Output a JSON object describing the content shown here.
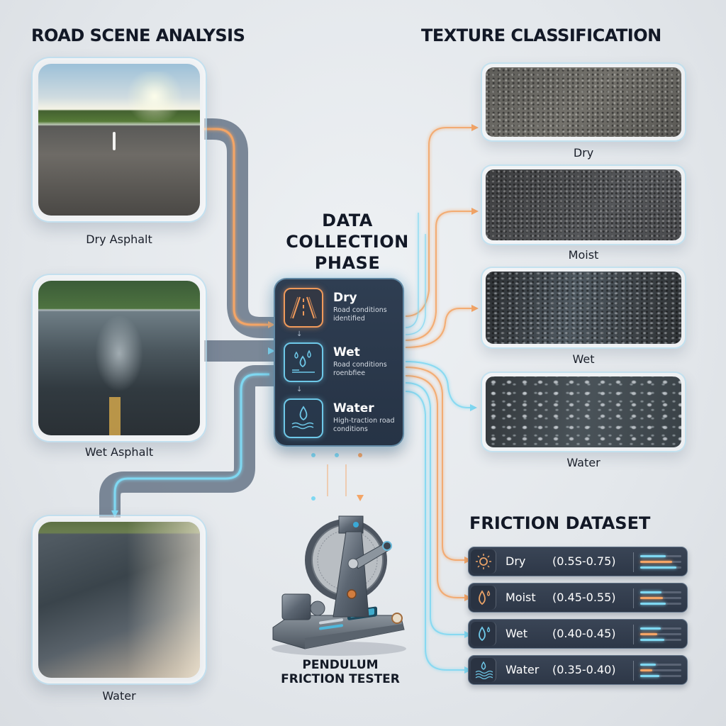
{
  "headers": {
    "road_scene": "ROAD SCENE ANALYSIS",
    "texture": "TEXTURE CLASSIFICATION",
    "phase": [
      "DATA",
      "COLLECTION",
      "PHASE"
    ],
    "dataset": "FRICTION DATASET",
    "tester": [
      "PENDULUM",
      "FRICTION TESTER"
    ]
  },
  "road_scenes": [
    {
      "label": "Dry Asphalt",
      "image": "dry-road-photo"
    },
    {
      "label": "Wet Asphalt",
      "image": "wet-road-photo"
    },
    {
      "label": "Water",
      "image": "water-road-photo"
    }
  ],
  "phase_card": {
    "items": [
      {
        "name": "Dry",
        "desc": "Road conditions identified",
        "icon": "road-icon",
        "accent": "#f09a5b"
      },
      {
        "name": "Wet",
        "desc": "Road conditions roenbfiee",
        "icon": "raindrops-icon",
        "accent": "#6ec8e8"
      },
      {
        "name": "Water",
        "desc": "High-traction road conditions",
        "icon": "water-drop-waves-icon",
        "accent": "#6ec8e8"
      }
    ]
  },
  "textures": [
    {
      "label": "Dry"
    },
    {
      "label": "Moist"
    },
    {
      "label": "Wet"
    },
    {
      "label": "Water"
    }
  ],
  "friction_dataset": [
    {
      "name": "Dry",
      "range": "(0.5S-0.75)",
      "icon": "sun-icon",
      "icon_color": "#e9a267",
      "bars": [
        0.62,
        0.78,
        0.88
      ]
    },
    {
      "name": "Moist",
      "range": "(0.45-0.55)",
      "icon": "drop-orange-icon",
      "icon_color": "#e9a267",
      "bars": [
        0.52,
        0.56,
        0.62
      ]
    },
    {
      "name": "Wet",
      "range": "(0.40-0.45)",
      "icon": "drop-blue-icon",
      "icon_color": "#6ec8e8",
      "bars": [
        0.5,
        0.42,
        0.58
      ]
    },
    {
      "name": "Water",
      "range": "(0.35-0.40)",
      "icon": "water-waves-icon",
      "icon_color": "#6ec8e8",
      "bars": [
        0.38,
        0.3,
        0.46
      ]
    }
  ],
  "colors": {
    "orange_flow": "#f4a566",
    "blue_flow": "#7fd8f2",
    "card_bg": "#2b3849",
    "background": "#e6e9ec",
    "title_text": "#121826"
  }
}
